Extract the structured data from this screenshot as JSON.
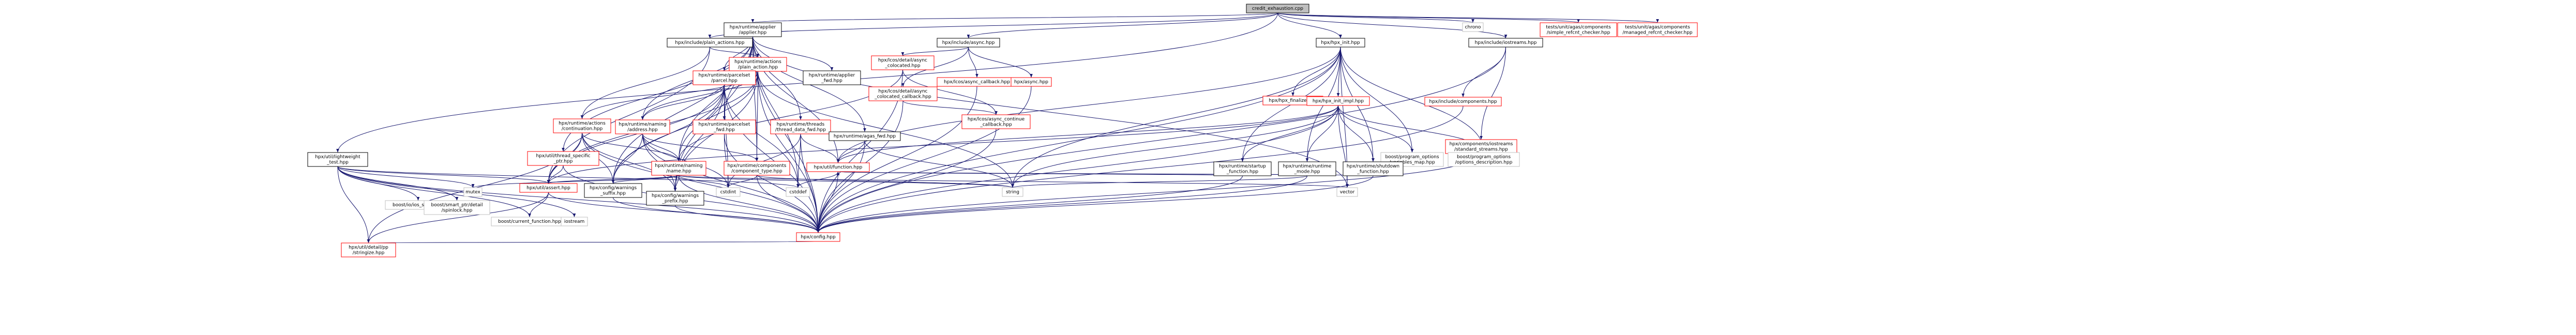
{
  "colors": {
    "edge": "#191970",
    "documented_border": "#000000",
    "undocumented_border": "#ff0000",
    "root_fill": "#bfbfbf",
    "node_fill": "#ffffff",
    "text": "#000000"
  },
  "nodes": [
    {
      "id": "root",
      "lines": [
        "credit_exhaustion.cpp"
      ],
      "style": "root"
    },
    {
      "id": "n_chrono",
      "lines": [
        "chrono"
      ],
      "style": "plain"
    },
    {
      "id": "n_simple",
      "lines": [
        "tests/unit/agas/components",
        "/simple_refcnt_checker.hpp"
      ],
      "style": "red"
    },
    {
      "id": "n_managed",
      "lines": [
        "tests/unit/agas/components",
        "/managed_refcnt_checker.hpp"
      ],
      "style": "red"
    },
    {
      "id": "n_plain_actions",
      "lines": [
        "hpx/include/plain_actions.hpp"
      ],
      "style": "black"
    },
    {
      "id": "n_applier",
      "lines": [
        "hpx/runtime/applier",
        "/applier.hpp"
      ],
      "style": "black"
    },
    {
      "id": "n_async",
      "lines": [
        "hpx/include/async.hpp"
      ],
      "style": "black"
    },
    {
      "id": "n_hpx_init",
      "lines": [
        "hpx/hpx_init.hpp"
      ],
      "style": "black"
    },
    {
      "id": "n_iostreams",
      "lines": [
        "hpx/include/iostreams.hpp"
      ],
      "style": "black"
    },
    {
      "id": "n_plain_action",
      "lines": [
        "hpx/runtime/actions",
        "/plain_action.hpp"
      ],
      "style": "red"
    },
    {
      "id": "n_parcel",
      "lines": [
        "hpx/runtime/parcelset",
        "/parcel.hpp"
      ],
      "style": "red"
    },
    {
      "id": "n_applier_fwd",
      "lines": [
        "hpx/runtime/applier",
        "_fwd.hpp"
      ],
      "style": "black"
    },
    {
      "id": "n_async_colocated",
      "lines": [
        "hpx/lcos/detail/async",
        "_colocated.hpp"
      ],
      "style": "red"
    },
    {
      "id": "n_async_colocated_cb",
      "lines": [
        "hpx/lcos/detail/async",
        "_colocated_callback.hpp"
      ],
      "style": "red"
    },
    {
      "id": "n_async_callback",
      "lines": [
        "hpx/lcos/async_callback.hpp"
      ],
      "style": "red"
    },
    {
      "id": "n_async_hpp",
      "lines": [
        "hpx/async.hpp"
      ],
      "style": "red"
    },
    {
      "id": "n_async_continue",
      "lines": [
        "hpx/lcos/async_continue",
        "_callback.hpp"
      ],
      "style": "red"
    },
    {
      "id": "n_hpx_finalize",
      "lines": [
        "hpx/hpx_finalize.hpp"
      ],
      "style": "red"
    },
    {
      "id": "n_hpx_init_impl",
      "lines": [
        "hpx/hpx_init_impl.hpp"
      ],
      "style": "red"
    },
    {
      "id": "n_components_hpp",
      "lines": [
        "hpx/include/components.hpp"
      ],
      "style": "red"
    },
    {
      "id": "n_standard_streams",
      "lines": [
        "hpx/components/iostreams",
        "/standard_streams.hpp"
      ],
      "style": "red"
    },
    {
      "id": "n_lightweight",
      "lines": [
        "hpx/util/lightweight",
        "_test.hpp"
      ],
      "style": "black"
    },
    {
      "id": "n_thread_specific",
      "lines": [
        "hpx/util/thread_specific",
        "_ptr.hpp"
      ],
      "style": "red"
    },
    {
      "id": "n_continuation",
      "lines": [
        "hpx/runtime/actions",
        "/continuation.hpp"
      ],
      "style": "red"
    },
    {
      "id": "n_naming_address",
      "lines": [
        "hpx/runtime/naming",
        "/address.hpp"
      ],
      "style": "red"
    },
    {
      "id": "n_parcel_fwd",
      "lines": [
        "hpx/runtime/parcelset",
        "_fwd.hpp"
      ],
      "style": "red"
    },
    {
      "id": "n_thread_data_fwd",
      "lines": [
        "hpx/runtime/threads",
        "/thread_data_fwd.hpp"
      ],
      "style": "red"
    },
    {
      "id": "n_agas_fwd",
      "lines": [
        "hpx/runtime/agas_fwd.hpp"
      ],
      "style": "black"
    },
    {
      "id": "n_program_options_map",
      "lines": [
        "boost/program_options",
        "/variables_map.hpp"
      ],
      "style": "plain"
    },
    {
      "id": "n_program_options_desc",
      "lines": [
        "boost/program_options",
        "/options_description.hpp"
      ],
      "style": "plain"
    },
    {
      "id": "n_naming_name",
      "lines": [
        "hpx/runtime/naming",
        "/name.hpp"
      ],
      "style": "red"
    },
    {
      "id": "n_component_type",
      "lines": [
        "hpx/runtime/components",
        "/component_type.hpp"
      ],
      "style": "red"
    },
    {
      "id": "n_function",
      "lines": [
        "hpx/util/function.hpp"
      ],
      "style": "red"
    },
    {
      "id": "n_startup_function",
      "lines": [
        "hpx/runtime/startup",
        "_function.hpp"
      ],
      "style": "black"
    },
    {
      "id": "n_runtime_mode",
      "lines": [
        "hpx/runtime/runtime",
        "_mode.hpp"
      ],
      "style": "black"
    },
    {
      "id": "n_shutdown_function",
      "lines": [
        "hpx/runtime/shutdown",
        "_function.hpp"
      ],
      "style": "black"
    },
    {
      "id": "n_assert",
      "lines": [
        "hpx/util/assert.hpp"
      ],
      "style": "red"
    },
    {
      "id": "n_warnings_suffix",
      "lines": [
        "hpx/config/warnings",
        "_suffix.hpp"
      ],
      "style": "black"
    },
    {
      "id": "n_warnings_prefix",
      "lines": [
        "hpx/config/warnings",
        "_prefix.hpp"
      ],
      "style": "black"
    },
    {
      "id": "n_cstdint",
      "lines": [
        "cstdint"
      ],
      "style": "plain"
    },
    {
      "id": "n_cstddef",
      "lines": [
        "cstddef"
      ],
      "style": "plain"
    },
    {
      "id": "n_string",
      "lines": [
        "string"
      ],
      "style": "plain"
    },
    {
      "id": "n_vector",
      "lines": [
        "vector"
      ],
      "style": "plain"
    },
    {
      "id": "n_mutex",
      "lines": [
        "mutex"
      ],
      "style": "plain"
    },
    {
      "id": "n_ios_state",
      "lines": [
        "boost/io/ios_state.hpp"
      ],
      "style": "plain"
    },
    {
      "id": "n_spinlock",
      "lines": [
        "boost/smart_ptr/detail",
        "/spinlock.hpp"
      ],
      "style": "plain"
    },
    {
      "id": "n_current_function",
      "lines": [
        "boost/current_function.hpp"
      ],
      "style": "plain"
    },
    {
      "id": "n_iostream",
      "lines": [
        "iostream"
      ],
      "style": "plain"
    },
    {
      "id": "n_config",
      "lines": [
        "hpx/config.hpp"
      ],
      "style": "red"
    },
    {
      "id": "n_attribute",
      "lines": [
        "hpx/util/detail/pp",
        "/stringize.hpp"
      ],
      "style": "red"
    }
  ],
  "edges": [
    [
      "root",
      "n_chrono"
    ],
    [
      "root",
      "n_simple"
    ],
    [
      "root",
      "n_managed"
    ],
    [
      "root",
      "n_plain_actions"
    ],
    [
      "root",
      "n_applier"
    ],
    [
      "root",
      "n_async"
    ],
    [
      "root",
      "n_hpx_init"
    ],
    [
      "root",
      "n_iostreams"
    ],
    [
      "root",
      "n_lightweight"
    ],
    [
      "n_plain_actions",
      "n_plain_action"
    ],
    [
      "n_plain_actions",
      "n_continuation"
    ],
    [
      "n_plain_actions",
      "n_assert"
    ],
    [
      "n_applier",
      "n_parcel"
    ],
    [
      "n_applier",
      "n_applier_fwd"
    ],
    [
      "n_applier",
      "n_config"
    ],
    [
      "n_applier",
      "n_naming_address"
    ],
    [
      "n_applier",
      "n_parcel_fwd"
    ],
    [
      "n_applier",
      "n_thread_data_fwd"
    ],
    [
      "n_applier",
      "n_agas_fwd"
    ],
    [
      "n_applier",
      "n_naming_name"
    ],
    [
      "n_applier",
      "n_component_type"
    ],
    [
      "n_applier",
      "n_function"
    ],
    [
      "n_applier",
      "n_thread_specific"
    ],
    [
      "n_applier",
      "n_cstddef"
    ],
    [
      "n_applier",
      "n_vector"
    ],
    [
      "n_applier",
      "n_warnings_prefix"
    ],
    [
      "n_applier",
      "n_warnings_suffix"
    ],
    [
      "n_async",
      "n_async_colocated"
    ],
    [
      "n_async",
      "n_async_colocated_cb"
    ],
    [
      "n_async",
      "n_async_callback"
    ],
    [
      "n_async",
      "n_async_hpp"
    ],
    [
      "n_async_colocated",
      "n_async_continue"
    ],
    [
      "n_async_colocated",
      "n_config"
    ],
    [
      "n_async_colocated",
      "n_naming_name"
    ],
    [
      "n_async_colocated_cb",
      "n_async_continue"
    ],
    [
      "n_async_colocated_cb",
      "n_config"
    ],
    [
      "n_async_hpp",
      "n_config"
    ],
    [
      "n_async_callback",
      "n_config"
    ],
    [
      "n_async_continue",
      "n_config"
    ],
    [
      "n_hpx_init",
      "n_hpx_finalize"
    ],
    [
      "n_hpx_init",
      "n_hpx_init_impl"
    ],
    [
      "n_hpx_init",
      "n_function"
    ],
    [
      "n_hpx_init",
      "n_startup_function"
    ],
    [
      "n_hpx_init",
      "n_runtime_mode"
    ],
    [
      "n_hpx_init",
      "n_shutdown_function"
    ],
    [
      "n_hpx_init",
      "n_program_options_map"
    ],
    [
      "n_hpx_init",
      "n_program_options_desc"
    ],
    [
      "n_hpx_init",
      "n_string"
    ],
    [
      "n_hpx_init",
      "n_vector"
    ],
    [
      "n_hpx_init",
      "n_config"
    ],
    [
      "n_hpx_init_impl",
      "n_assert"
    ],
    [
      "n_hpx_init_impl",
      "n_function"
    ],
    [
      "n_hpx_init_impl",
      "n_startup_function"
    ],
    [
      "n_hpx_init_impl",
      "n_runtime_mode"
    ],
    [
      "n_hpx_init_impl",
      "n_shutdown_function"
    ],
    [
      "n_hpx_init_impl",
      "n_program_options_map"
    ],
    [
      "n_hpx_init_impl",
      "n_program_options_desc"
    ],
    [
      "n_hpx_init_impl",
      "n_string"
    ],
    [
      "n_hpx_init_impl",
      "n_vector"
    ],
    [
      "n_hpx_init_impl",
      "n_config"
    ],
    [
      "n_iostreams",
      "n_components_hpp"
    ],
    [
      "n_iostreams",
      "n_standard_streams"
    ],
    [
      "n_iostreams",
      "n_config"
    ],
    [
      "n_components_hpp",
      "n_config"
    ],
    [
      "n_standard_streams",
      "n_config"
    ],
    [
      "n_plain_action",
      "n_continuation"
    ],
    [
      "n_plain_action",
      "n_naming_address"
    ],
    [
      "n_plain_action",
      "n_component_type"
    ],
    [
      "n_plain_action",
      "n_assert"
    ],
    [
      "n_plain_action",
      "n_warnings_prefix"
    ],
    [
      "n_plain_action",
      "n_warnings_suffix"
    ],
    [
      "n_plain_action",
      "n_config"
    ],
    [
      "n_plain_action",
      "n_string"
    ],
    [
      "n_parcel",
      "n_naming_address"
    ],
    [
      "n_parcel",
      "n_parcel_fwd"
    ],
    [
      "n_parcel",
      "n_naming_name"
    ],
    [
      "n_parcel",
      "n_assert"
    ],
    [
      "n_parcel",
      "n_cstddef"
    ],
    [
      "n_parcel",
      "n_cstdint"
    ],
    [
      "n_parcel",
      "n_config"
    ],
    [
      "n_parcel",
      "n_warnings_prefix"
    ],
    [
      "n_parcel",
      "n_warnings_suffix"
    ],
    [
      "n_continuation",
      "n_naming_name"
    ],
    [
      "n_continuation",
      "n_assert"
    ],
    [
      "n_continuation",
      "n_config"
    ],
    [
      "n_continuation",
      "n_warnings_prefix"
    ],
    [
      "n_continuation",
      "n_warnings_suffix"
    ],
    [
      "n_continuation",
      "n_attribute"
    ],
    [
      "n_naming_address",
      "n_naming_name"
    ],
    [
      "n_naming_address",
      "n_component_type"
    ],
    [
      "n_naming_address",
      "n_config"
    ],
    [
      "n_naming_address",
      "n_cstdint"
    ],
    [
      "n_naming_address",
      "n_warnings_prefix"
    ],
    [
      "n_naming_address",
      "n_warnings_suffix"
    ],
    [
      "n_parcel_fwd",
      "n_config"
    ],
    [
      "n_parcel_fwd",
      "n_cstdint"
    ],
    [
      "n_thread_data_fwd",
      "n_config"
    ],
    [
      "n_thread_data_fwd",
      "n_function"
    ],
    [
      "n_thread_data_fwd",
      "n_cstddef"
    ],
    [
      "n_thread_data_fwd",
      "n_cstdint"
    ],
    [
      "n_agas_fwd",
      "n_config"
    ],
    [
      "n_agas_fwd",
      "n_function"
    ],
    [
      "n_agas_fwd",
      "n_string"
    ],
    [
      "n_naming_name",
      "n_assert"
    ],
    [
      "n_naming_name",
      "n_config"
    ],
    [
      "n_naming_name",
      "n_cstdint"
    ],
    [
      "n_naming_name",
      "n_mutex"
    ],
    [
      "n_naming_name",
      "n_vector"
    ],
    [
      "n_naming_name",
      "n_string"
    ],
    [
      "n_naming_name",
      "n_warnings_prefix"
    ],
    [
      "n_naming_name",
      "n_warnings_suffix"
    ],
    [
      "n_component_type",
      "n_config"
    ],
    [
      "n_component_type",
      "n_cstdint"
    ],
    [
      "n_component_type",
      "n_string"
    ],
    [
      "n_function",
      "n_config"
    ],
    [
      "n_function",
      "n_cstddef"
    ],
    [
      "n_startup_function",
      "n_config"
    ],
    [
      "n_startup_function",
      "n_function"
    ],
    [
      "n_runtime_mode",
      "n_config"
    ],
    [
      "n_runtime_mode",
      "n_string"
    ],
    [
      "n_shutdown_function",
      "n_config"
    ],
    [
      "n_shutdown_function",
      "n_function"
    ],
    [
      "n_thread_specific",
      "n_assert"
    ],
    [
      "n_thread_specific",
      "n_config"
    ],
    [
      "n_assert",
      "n_config"
    ],
    [
      "n_assert",
      "n_current_function"
    ],
    [
      "n_assert",
      "n_attribute"
    ],
    [
      "n_warnings_prefix",
      "n_config"
    ],
    [
      "n_warnings_suffix",
      "n_config"
    ],
    [
      "n_lightweight",
      "n_config"
    ],
    [
      "n_lightweight",
      "n_assert"
    ],
    [
      "n_lightweight",
      "n_ios_state"
    ],
    [
      "n_lightweight",
      "n_spinlock"
    ],
    [
      "n_lightweight",
      "n_current_function"
    ],
    [
      "n_lightweight",
      "n_mutex"
    ],
    [
      "n_lightweight",
      "n_iostream"
    ],
    [
      "n_lightweight",
      "n_cstddef"
    ],
    [
      "n_lightweight",
      "n_attribute"
    ],
    [
      "n_config",
      "n_attribute"
    ]
  ]
}
